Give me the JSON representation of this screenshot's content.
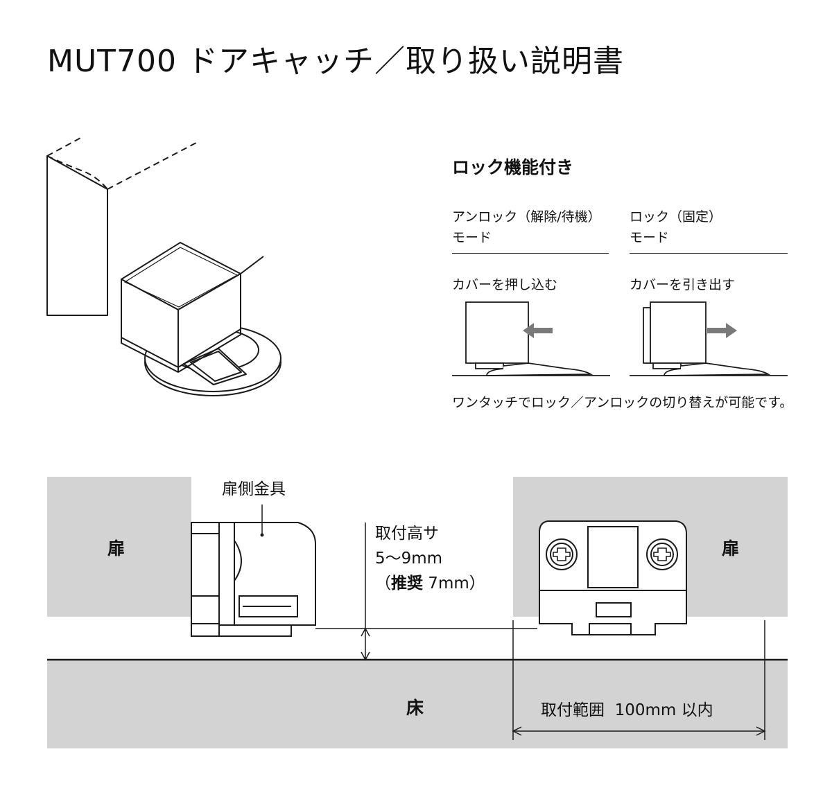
{
  "title": "MUT700 ドアキャッチ／取り扱い説明書",
  "lock_section": {
    "heading": "ロック機能付き",
    "modes": [
      {
        "line1": "アンロック（解除/待機）",
        "line2": "モード",
        "action": "カバーを押し込む",
        "arrow": "left"
      },
      {
        "line1": "ロック（固定）",
        "line2": "モード",
        "action": "カバーを引き出す",
        "arrow": "right"
      }
    ],
    "note": "ワンタッチでロック／アンロックの切り替えが可能です。"
  },
  "cross_section": {
    "door_label": "扉",
    "floor_label": "床",
    "door_bracket_label": "扉側金具",
    "height_label_line1": "取付高サ",
    "height_label_line2": "5～9mm",
    "height_label_prefix": "（",
    "height_label_bold": "推奨",
    "height_label_value": " 7mm）",
    "range_label": "取付範囲  100mm 以内"
  },
  "colors": {
    "panel_gray": "#d3d3d3",
    "line": "#1a1a1a",
    "arrow_gray": "#7a7a7a"
  }
}
